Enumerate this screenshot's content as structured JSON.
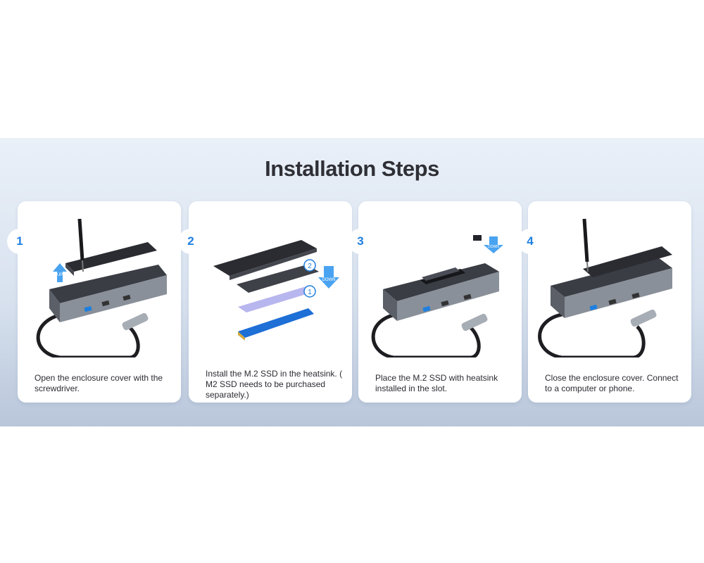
{
  "title": "Installation Steps",
  "accent_color": "#1f7fe0",
  "steps": [
    {
      "number": "1",
      "caption": "Open the enclosure cover with the screwdriver.",
      "arrow_label": "UP"
    },
    {
      "number": "2",
      "caption": "Install the M.2 SSD in the heatsink. ( M2 SSD needs to be purchased separately.)",
      "arrow_label": "DOWN",
      "callouts": [
        "2",
        "1"
      ]
    },
    {
      "number": "3",
      "caption": "Place the M.2 SSD with heatsink installed in the slot.",
      "arrow_label": "DOWN"
    },
    {
      "number": "4",
      "caption": "Close the enclosure cover. Connect to a computer or phone."
    }
  ]
}
